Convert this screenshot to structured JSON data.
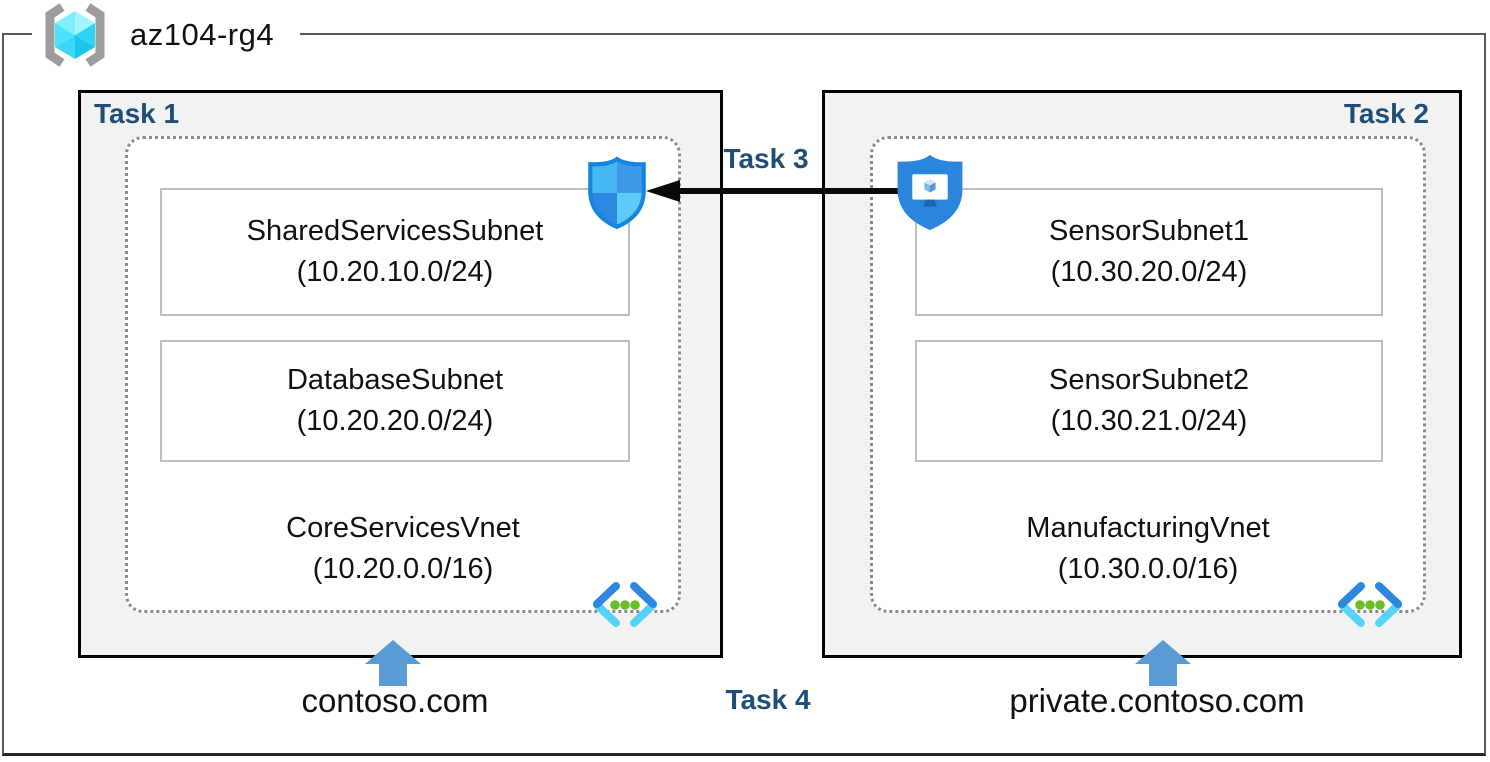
{
  "resource_group": {
    "name": "az104-rg4",
    "icon": "resource-group-icon"
  },
  "labels": {
    "task1": "Task 1",
    "task2": "Task 2",
    "task3": "Task 3",
    "task4": "Task 4"
  },
  "left_network": {
    "vnet_name": "CoreServicesVnet",
    "vnet_cidr": "(10.20.0.0/16)",
    "subnets": [
      {
        "name": "SharedServicesSubnet",
        "cidr": "(10.20.10.0/24)"
      },
      {
        "name": "DatabaseSubnet",
        "cidr": "(10.20.20.0/24)"
      }
    ],
    "domain": "contoso.com"
  },
  "right_network": {
    "vnet_name": "ManufacturingVnet",
    "vnet_cidr": "(10.30.0.0/16)",
    "subnets": [
      {
        "name": "SensorSubnet1",
        "cidr": "(10.30.20.0/24)"
      },
      {
        "name": "SensorSubnet2",
        "cidr": "(10.30.21.0/24)"
      }
    ],
    "domain": "private.contoso.com"
  },
  "icons": {
    "resource_group": "resource-group-icon",
    "network_security_group": "nsg-shield-icon",
    "application_security_group": "asg-shield-icon",
    "virtual_network": "virtual-network-icon",
    "dns_arrow": "up-arrow-icon",
    "task3_arrow": "left-arrow-icon"
  },
  "colors": {
    "task_label_navy": "#1F4E79",
    "dns_arrow_blue": "#5B9BD5",
    "box_fill_gray": "#F2F2F2",
    "box_border_black": "#000000",
    "subnet_border_gray": "#BFBFBF",
    "vnet_dotted_gray": "#8C8C8C",
    "outer_border_gray": "#595959",
    "azure_blue": "#2E87DE",
    "azure_cyan": "#50E6FF",
    "vnet_dot_green": "#69BE28"
  }
}
